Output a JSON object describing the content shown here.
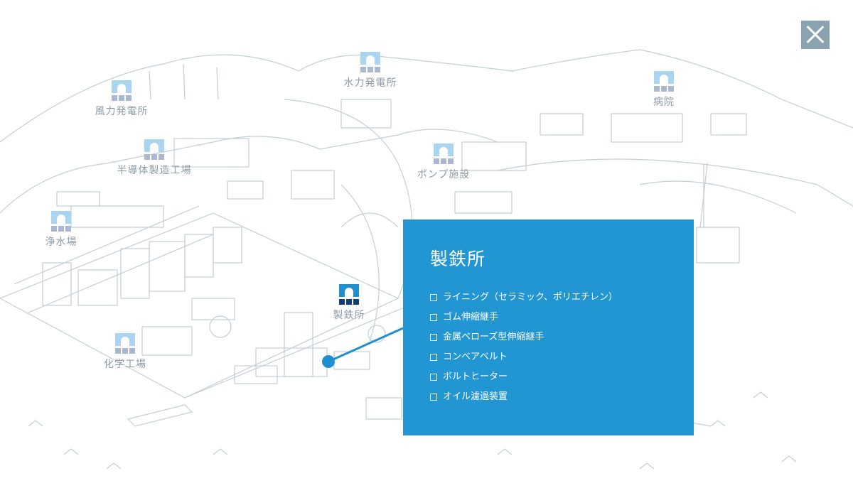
{
  "close_button": {
    "icon": "close-icon"
  },
  "markers": [
    {
      "label": "風力発電所"
    },
    {
      "label": "水力発電所"
    },
    {
      "label": "病院"
    },
    {
      "label": "半導体製造工場"
    },
    {
      "label": "ポンプ施設"
    },
    {
      "label": "浄水場"
    },
    {
      "label": "製鉄所"
    },
    {
      "label": "化学工場"
    }
  ],
  "panel": {
    "title": "製鉄所",
    "items": [
      "ライニング（セラミック、ポリエチレン）",
      "ゴム伸縮継手",
      "金属ベローズ型伸縮継手",
      "コンベアベルト",
      "ボルトヒーター",
      "オイル濾過装置"
    ]
  },
  "colors": {
    "panel": "#2196d2",
    "active_marker": "#1f8fd0",
    "inactive_marker": "#a9d5f0"
  }
}
